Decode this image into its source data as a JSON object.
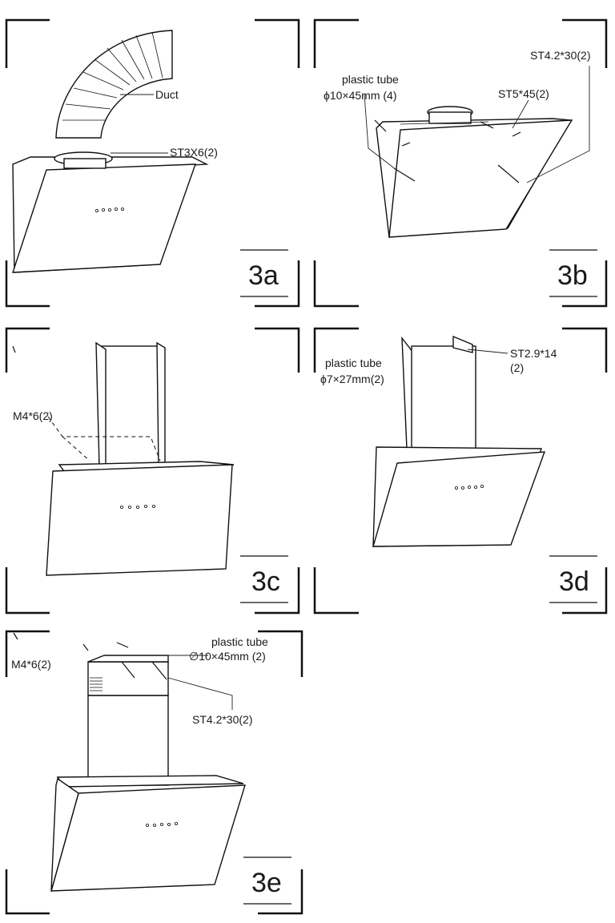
{
  "panels": {
    "p3a": {
      "tag": "3a",
      "duct_label": "Duct",
      "screw_label": "ST3X6(2)"
    },
    "p3b": {
      "tag": "3b",
      "tube_label": "plastic tube",
      "tube_size": "ϕ10×45mm (4)",
      "screw_a": "ST4.2*30(2)",
      "screw_b": "ST5*45(2)"
    },
    "p3c": {
      "tag": "3c",
      "screw_label": "M4*6(2)"
    },
    "p3d": {
      "tag": "3d",
      "tube_label": "plastic tube",
      "tube_size": "ϕ7×27mm(2)",
      "screw_label": "ST2.9*14",
      "screw_qty": "(2)"
    },
    "p3e": {
      "tag": "3e",
      "screw_m": "M4*6(2)",
      "tube_label": "plastic tube",
      "tube_size": "∅10×45mm (2)",
      "screw_st": "ST4.2*30(2)"
    }
  }
}
